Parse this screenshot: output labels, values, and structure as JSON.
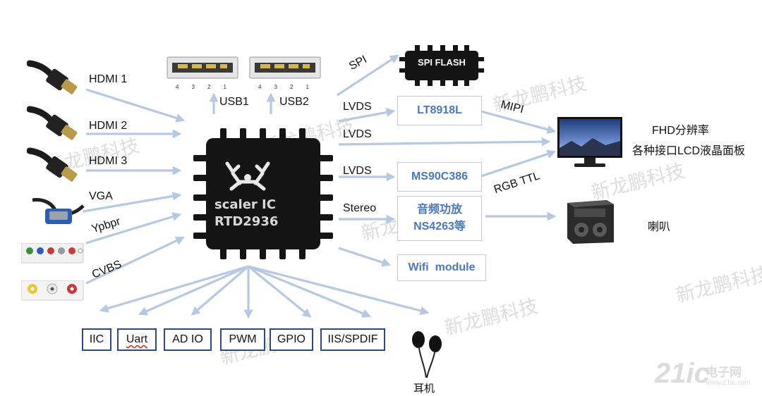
{
  "inputs": {
    "hdmi1": "HDMI 1",
    "hdmi2": "HDMI 2",
    "hdmi3": "HDMI 3",
    "vga": "VGA",
    "ypbpr": "Ypbpr",
    "cvbs": "CVBS"
  },
  "usb": {
    "usb1": "USB1",
    "usb2": "USB2",
    "pins": [
      "4",
      "3",
      "2",
      "1"
    ]
  },
  "chip": {
    "line1": "scaler IC",
    "line2": "RTD2936"
  },
  "spi_flash": {
    "text": "SPI FLASH"
  },
  "links": {
    "spi": "SPI",
    "lvds_top": "LVDS",
    "lvds_mid": "LVDS",
    "lvds_bottom": "LVDS",
    "stereo": "Stereo",
    "mipi": "MIPI",
    "rgb_ttl": "RGB TTL"
  },
  "boxes": {
    "lt8918l": "LT8918L",
    "ms90c386": "MS90C386",
    "audio_line1": "音频功放",
    "audio_line2": "NS4263等",
    "wifi": "Wifi  module"
  },
  "outputs": {
    "panel_line1": "FHD分辨率",
    "panel_line2": "各种接口LCD液晶面板",
    "speaker": "喇叭",
    "earphone": "耳机"
  },
  "peripherals": [
    "IIC",
    "Uart",
    "AD IO",
    "PWM",
    "GPIO",
    "IIS/SPDIF"
  ],
  "watermark": {
    "text": "新龙鹏科技",
    "site": "21ic",
    "site_cn": "电子网",
    "site_url": "www.21ic.com"
  }
}
